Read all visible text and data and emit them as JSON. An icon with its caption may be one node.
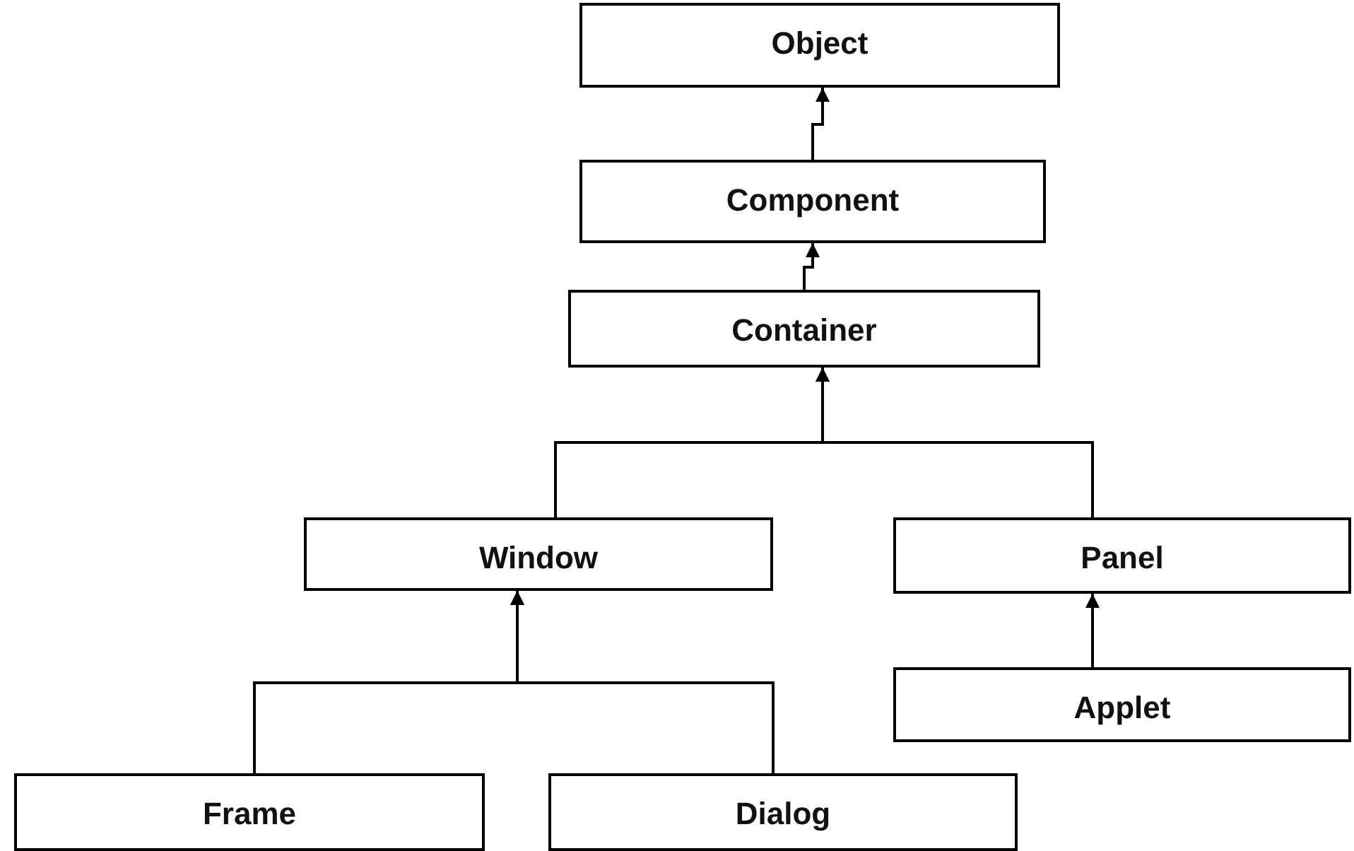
{
  "diagram": {
    "nodes": [
      {
        "text": [
          "Object"
        ]
      },
      {
        "text": [
          "Component"
        ]
      },
      {
        "text": [
          "Container"
        ]
      },
      {
        "text": [
          "Window"
        ]
      },
      {
        "text": [
          "Panel"
        ]
      },
      {
        "text": [
          "Frame"
        ]
      },
      {
        "text": [
          "Dialog"
        ]
      },
      {
        "text": [
          "Applet"
        ]
      }
    ],
    "edges": [
      {
        "from": 1,
        "to": 0,
        "arrow": "to"
      },
      {
        "from": 2,
        "to": 1,
        "arrow": "to"
      },
      {
        "from": 3,
        "to": 2,
        "arrow": "to"
      },
      {
        "from": 4,
        "to": 2,
        "arrow": "to"
      },
      {
        "from": 5,
        "to": 3,
        "arrow": "to"
      },
      {
        "from": 6,
        "to": 3,
        "arrow": "to"
      },
      {
        "from": 7,
        "to": 4,
        "arrow": "to"
      }
    ]
  }
}
